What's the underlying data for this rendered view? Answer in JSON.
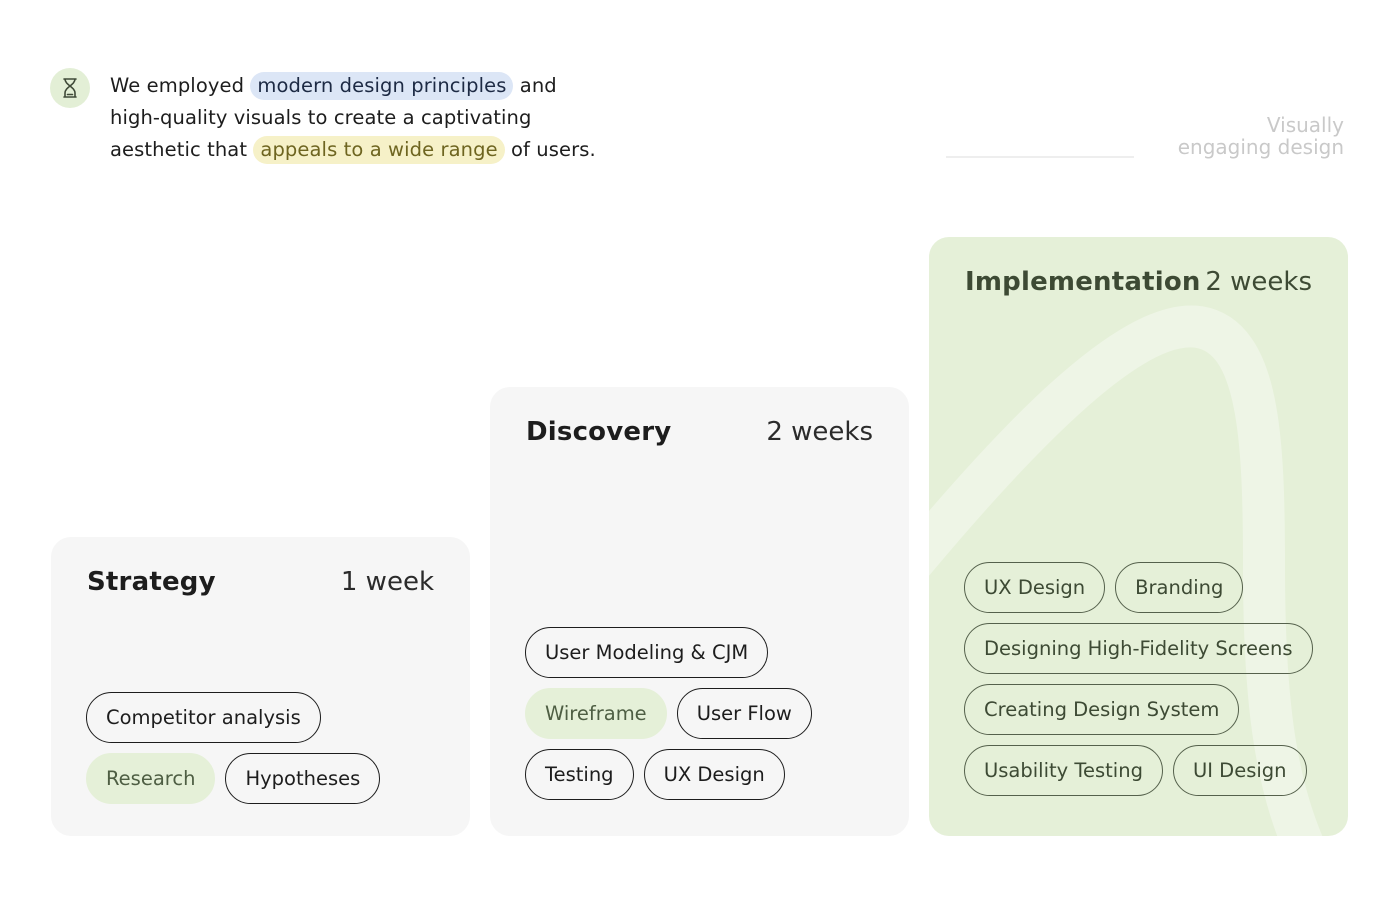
{
  "intro": {
    "icon": "hourglass-icon",
    "line1_before": "We employed",
    "highlight_primary": "modern design principles",
    "line1_after": "and",
    "line2": "high-quality visuals to create a captivating",
    "line3_before": "aesthetic that",
    "highlight_secondary": "appeals to a wide range",
    "line3_after": "of users."
  },
  "tagline": {
    "line1": "Visually",
    "line2": "engaging design"
  },
  "phases": {
    "strategy": {
      "title": "Strategy",
      "duration": "1 week",
      "tags": [
        "Competitor analysis",
        "Research",
        "Hypotheses"
      ]
    },
    "discovery": {
      "title": "Discovery",
      "duration": "2 weeks",
      "tags": [
        "User Modeling & CJM",
        "Wireframe",
        "User Flow",
        "Testing",
        "UX Design"
      ]
    },
    "implementation": {
      "title": "Implementation",
      "duration": "2 weeks",
      "tags": [
        "UX Design",
        "Branding",
        "Designing High-Fidelity Screens",
        "Creating Design System",
        "Usability Testing",
        "UI Design"
      ]
    }
  },
  "colors": {
    "accent_green": "#e5f0d8",
    "highlight_blue": "#dce6f6",
    "highlight_yellow": "#f6f1c8",
    "card_grey": "#f6f6f6"
  }
}
